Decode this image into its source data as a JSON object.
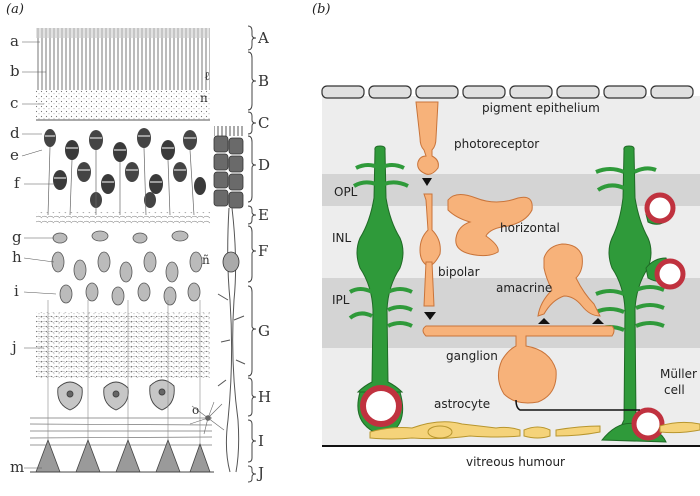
{
  "panel_a": {
    "label": "(a)",
    "left_letters": [
      "a",
      "b",
      "c",
      "d",
      "e",
      "f",
      "g",
      "h",
      "i",
      "j",
      "m"
    ],
    "inner_letters": [
      "ℓ",
      "n",
      "ñ",
      "o"
    ],
    "brace_letters": [
      "A",
      "B",
      "C",
      "D",
      "E",
      "F",
      "G",
      "H",
      "I",
      "J"
    ]
  },
  "panel_b": {
    "label": "(b)",
    "labels": {
      "pigment_epithelium": "pigment epithelium",
      "photoreceptor": "photoreceptor",
      "opl": "OPL",
      "inl": "INL",
      "ipl": "IPL",
      "horizontal": "horizontal",
      "bipolar": "bipolar",
      "amacrine": "amacrine",
      "ganglion": "ganglion",
      "astrocyte": "astrocyte",
      "muller_line1": "Müller",
      "muller_line2": "cell",
      "vitreous_humour": "vitreous humour"
    },
    "colors": {
      "neuron": "#f7b27a",
      "glia": "#2f9a3a",
      "astrocyte": "#f5d37a",
      "vessel": "#c0323f",
      "band": "#d5d5d5",
      "background": "#ececec"
    }
  }
}
